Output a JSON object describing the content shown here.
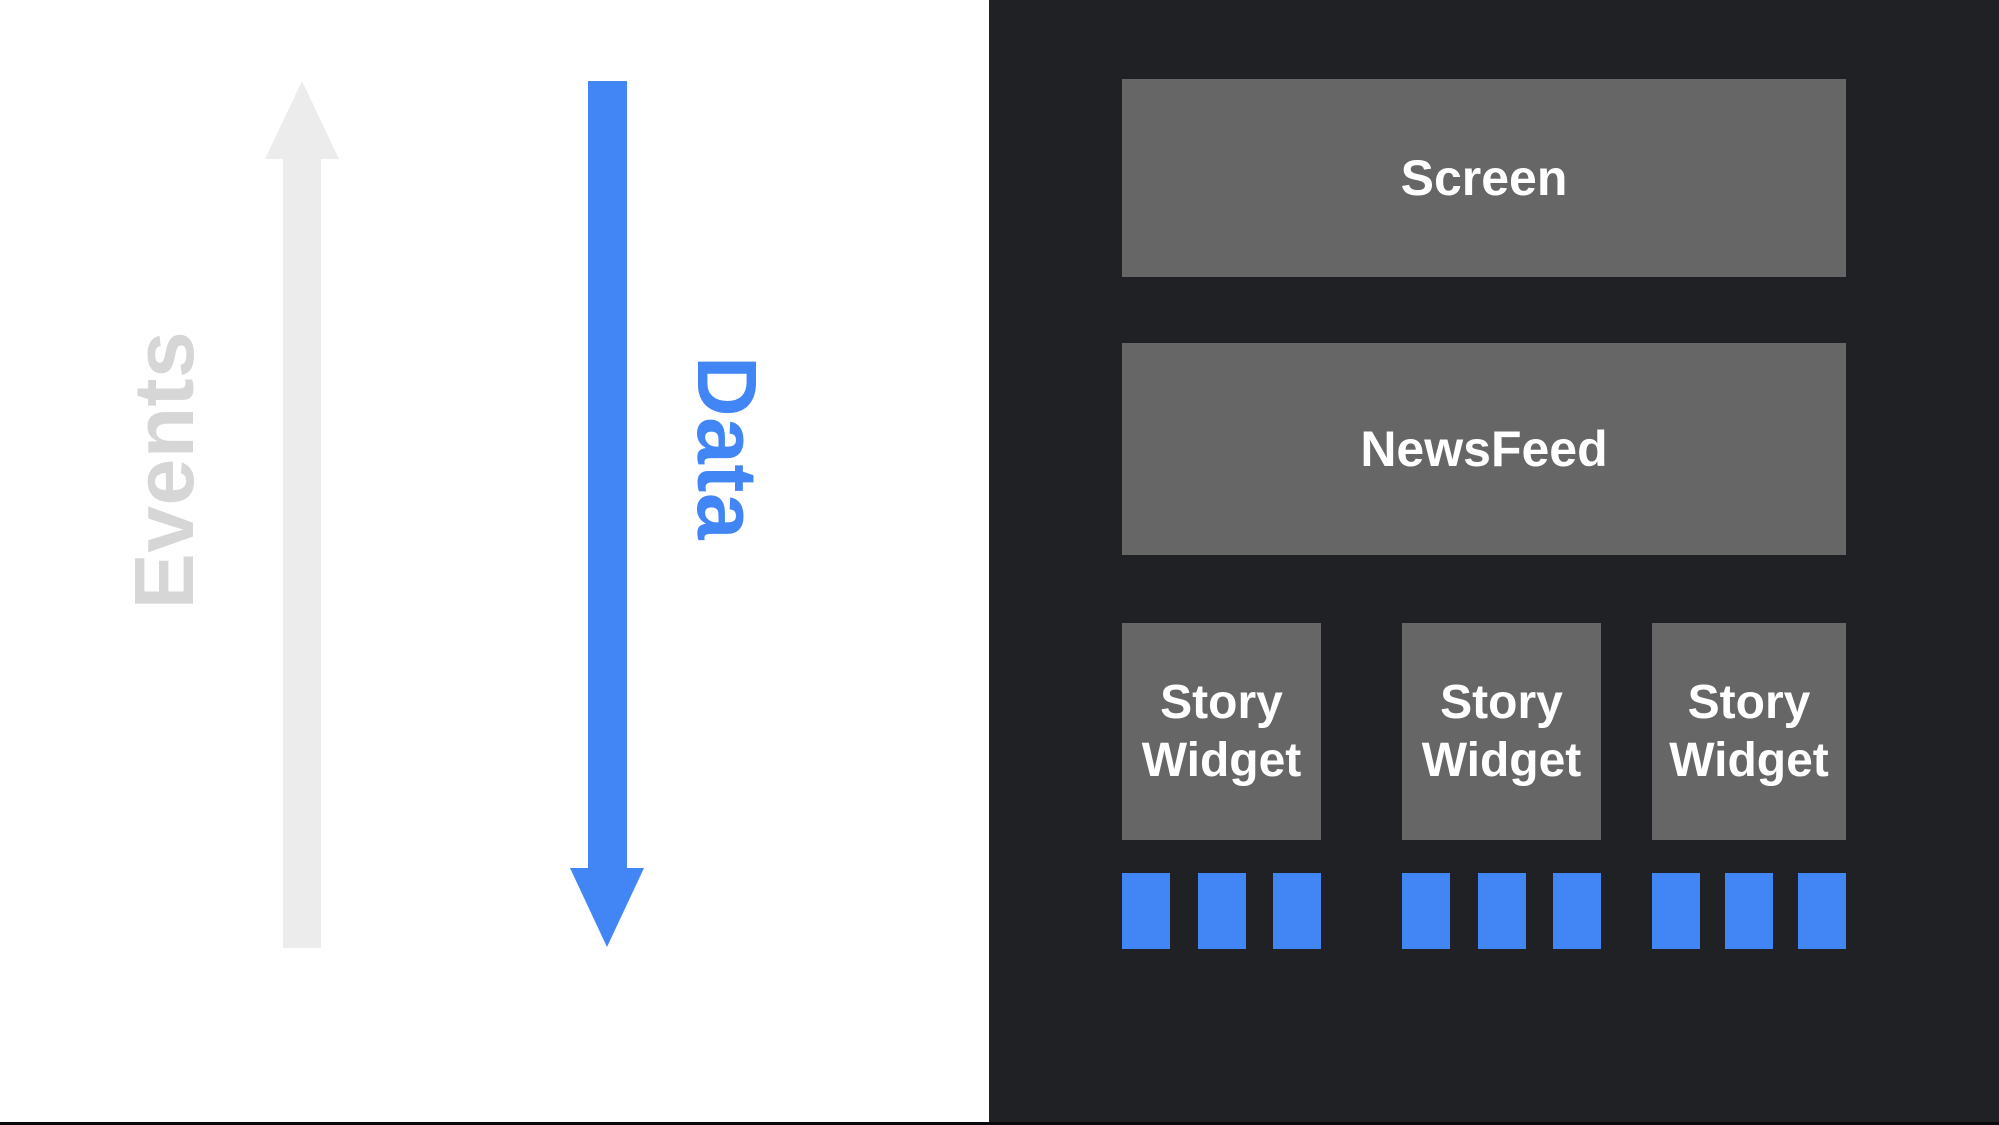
{
  "colors": {
    "background_left": "#FFFFFF",
    "background_right": "#1F2124",
    "box_gray": "#666666",
    "accent_blue": "#4285F4",
    "arrow_gray": "#ECECEC",
    "events_text": "#D6D6D6",
    "label_white": "#FFFFFF",
    "bottom_line": "#0A0A0C"
  },
  "left_panel": {
    "events_label": "Events",
    "data_label": "Data"
  },
  "right_panel": {
    "screen_label": "Screen",
    "newsfeed_label": "NewsFeed",
    "widgets": [
      {
        "label": "Story Widget",
        "squares": 3
      },
      {
        "label": "Story Widget",
        "squares": 3
      },
      {
        "label": "Story Widget",
        "squares": 3
      }
    ]
  }
}
